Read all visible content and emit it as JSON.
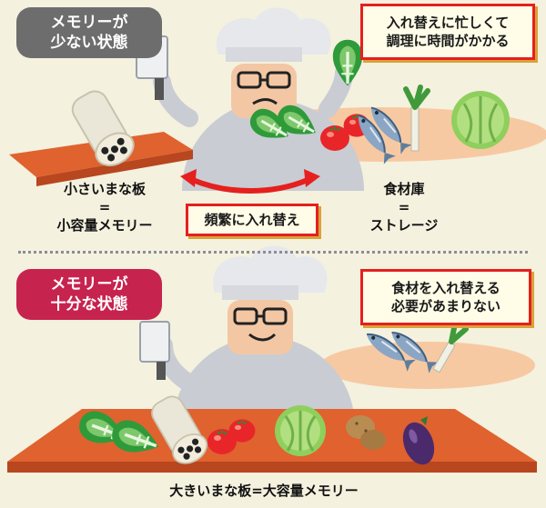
{
  "top": {
    "badge": [
      "メモリーが",
      "少ない状態"
    ],
    "note": [
      "入れ替えに忙しくて",
      "調理に時間がかかる"
    ],
    "board_label": [
      "小さいまな板",
      "=",
      "小容量メモリー"
    ],
    "storage_label": [
      "食材庫",
      "=",
      "ストレージ"
    ],
    "swap_label": "頻繁に入れ替え"
  },
  "bottom": {
    "badge": [
      "メモリーが",
      "十分な状態"
    ],
    "note": [
      "食材を入れ替える",
      "必要があまりない"
    ],
    "board_label": "大きいまな板=大容量メモリー"
  },
  "colors": {
    "badge_top": "#6d6d6d",
    "badge_bottom": "#c7234f",
    "accent_red": "#e5201e",
    "board": "#e0622e",
    "storage_plate": "#f7c9a2"
  },
  "icons": [
    "chef-icon",
    "lotus-root-icon",
    "cleaver-icon",
    "napa-cabbage-icon",
    "tomato-icon",
    "fish-icon",
    "leek-icon",
    "cabbage-icon",
    "potato-icon",
    "eggplant-icon",
    "swap-arrow-icon"
  ]
}
